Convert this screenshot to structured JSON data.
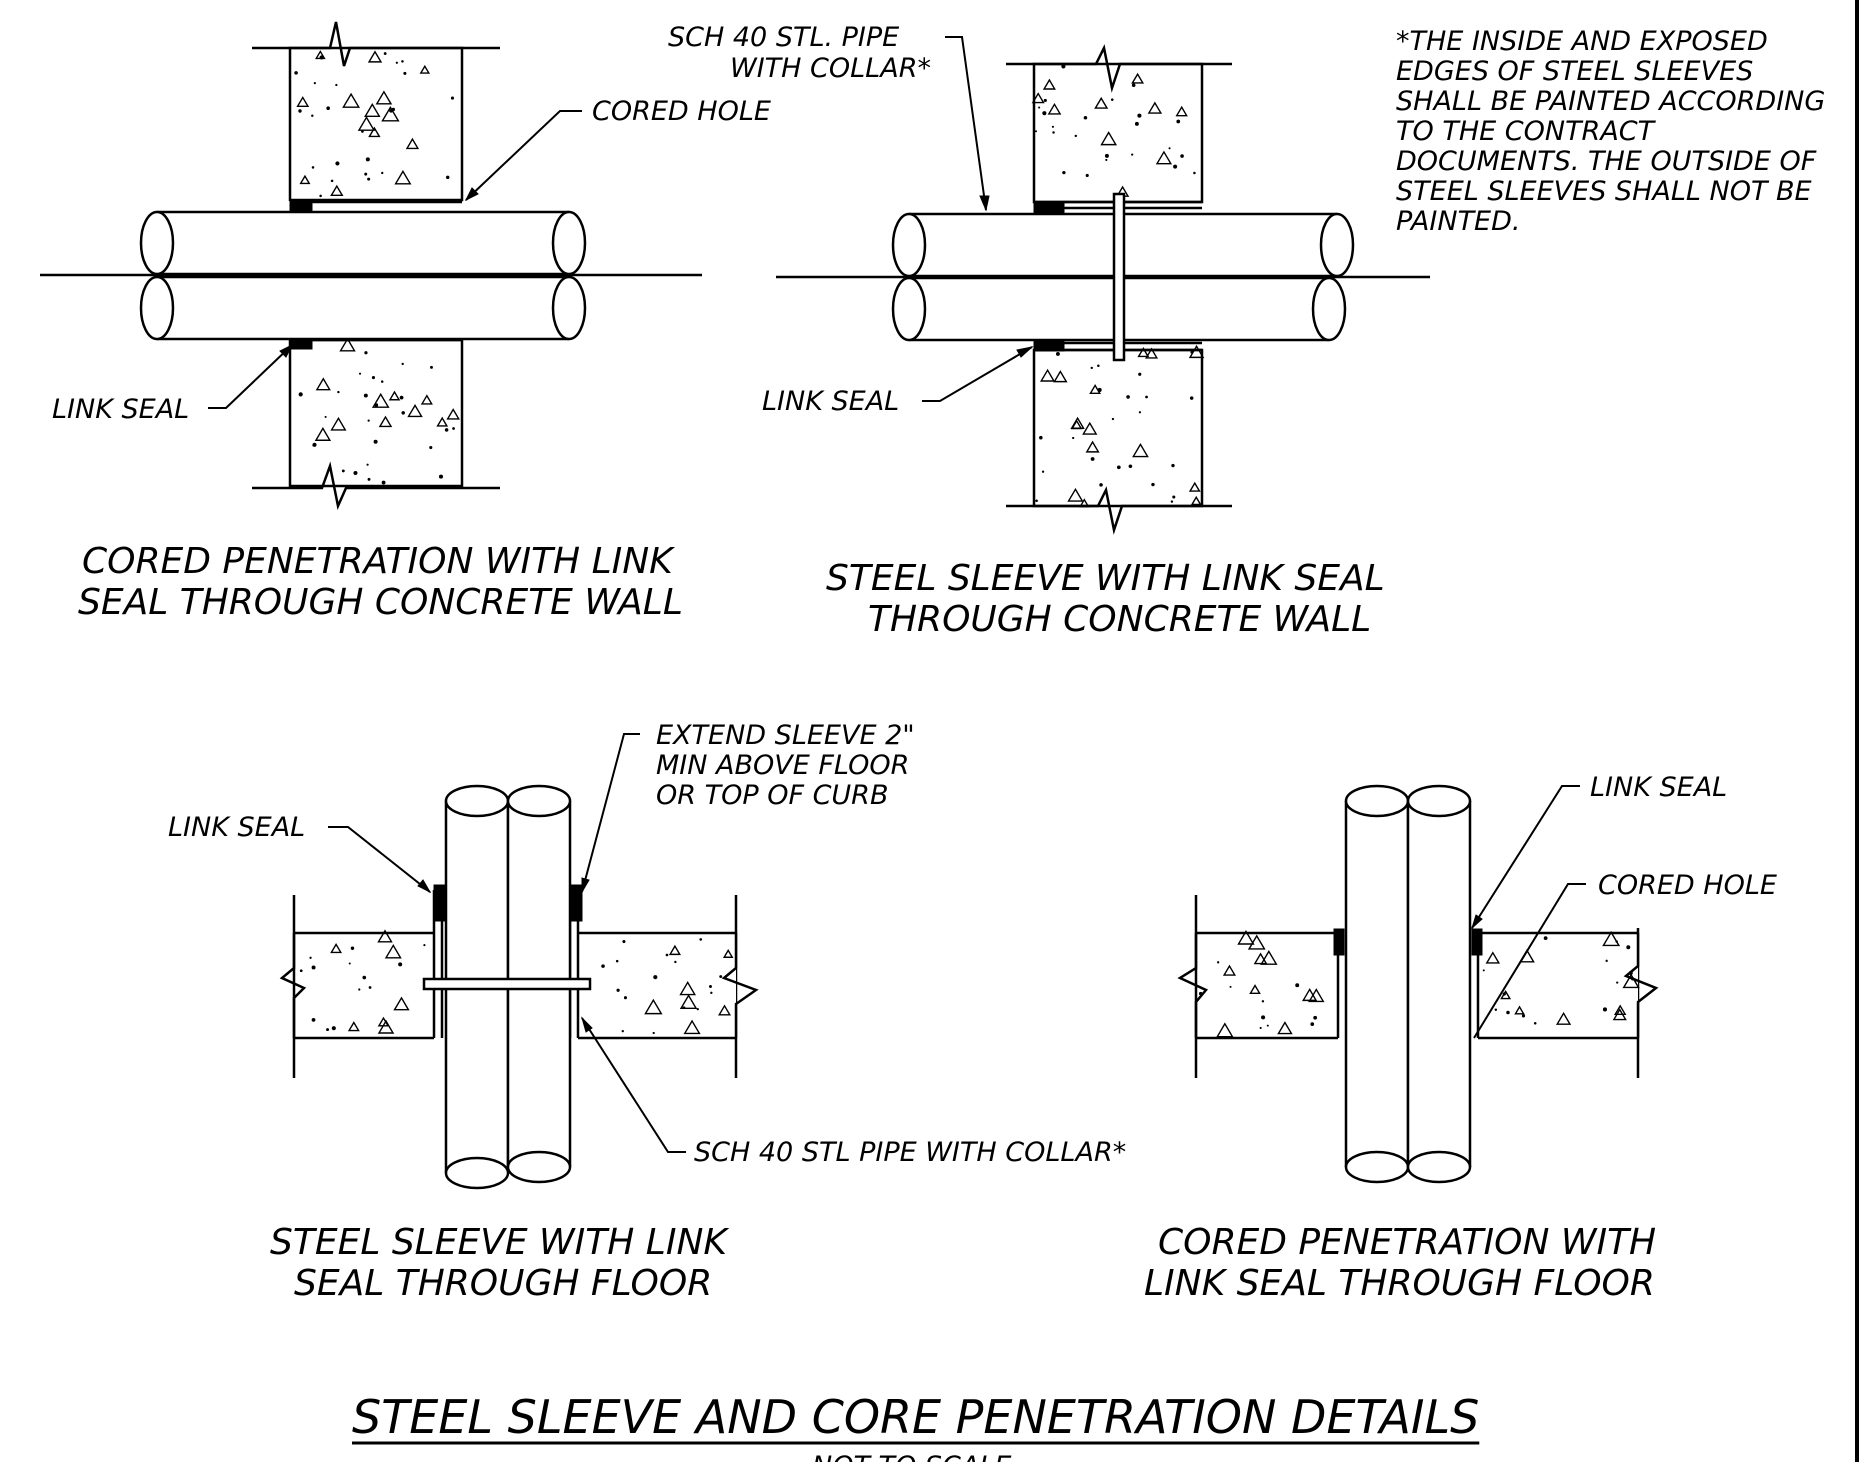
{
  "title": "STEEL SLEEVE AND CORE PENETRATION DETAILS",
  "subtitle": "NOT TO SCALE",
  "note": [
    "*THE INSIDE AND EXPOSED",
    "EDGES OF STEEL SLEEVES",
    "SHALL BE PAINTED ACCORDING",
    "TO THE CONTRACT",
    "DOCUMENTS. THE OUTSIDE OF",
    "STEEL SLEEVES SHALL NOT BE",
    "PAINTED."
  ],
  "details": {
    "cored_wall": {
      "caption_line1": "CORED PENETRATION WITH LINK",
      "caption_line2": "SEAL THROUGH CONCRETE WALL",
      "label_cored_hole": "CORED HOLE",
      "label_link_seal": "LINK SEAL"
    },
    "sleeve_wall": {
      "caption_line1": "STEEL SLEEVE WITH LINK SEAL",
      "caption_line2": "THROUGH CONCRETE WALL",
      "label_pipe_line1": "SCH 40 STL. PIPE",
      "label_pipe_line2": "WITH COLLAR*",
      "label_link_seal": "LINK SEAL"
    },
    "sleeve_floor": {
      "caption_line1": "STEEL SLEEVE WITH LINK",
      "caption_line2": "SEAL THROUGH FLOOR",
      "label_link_seal": "LINK SEAL",
      "label_extend_line1": "EXTEND SLEEVE 2\"",
      "label_extend_line2": "MIN ABOVE FLOOR",
      "label_extend_line3": "OR TOP OF CURB",
      "label_pipe": "SCH 40 STL PIPE WITH COLLAR*"
    },
    "cored_floor": {
      "caption_line1": "CORED PENETRATION WITH",
      "caption_line2": "LINK SEAL THROUGH FLOOR",
      "label_link_seal": "LINK SEAL",
      "label_cored_hole": "CORED HOLE"
    }
  }
}
